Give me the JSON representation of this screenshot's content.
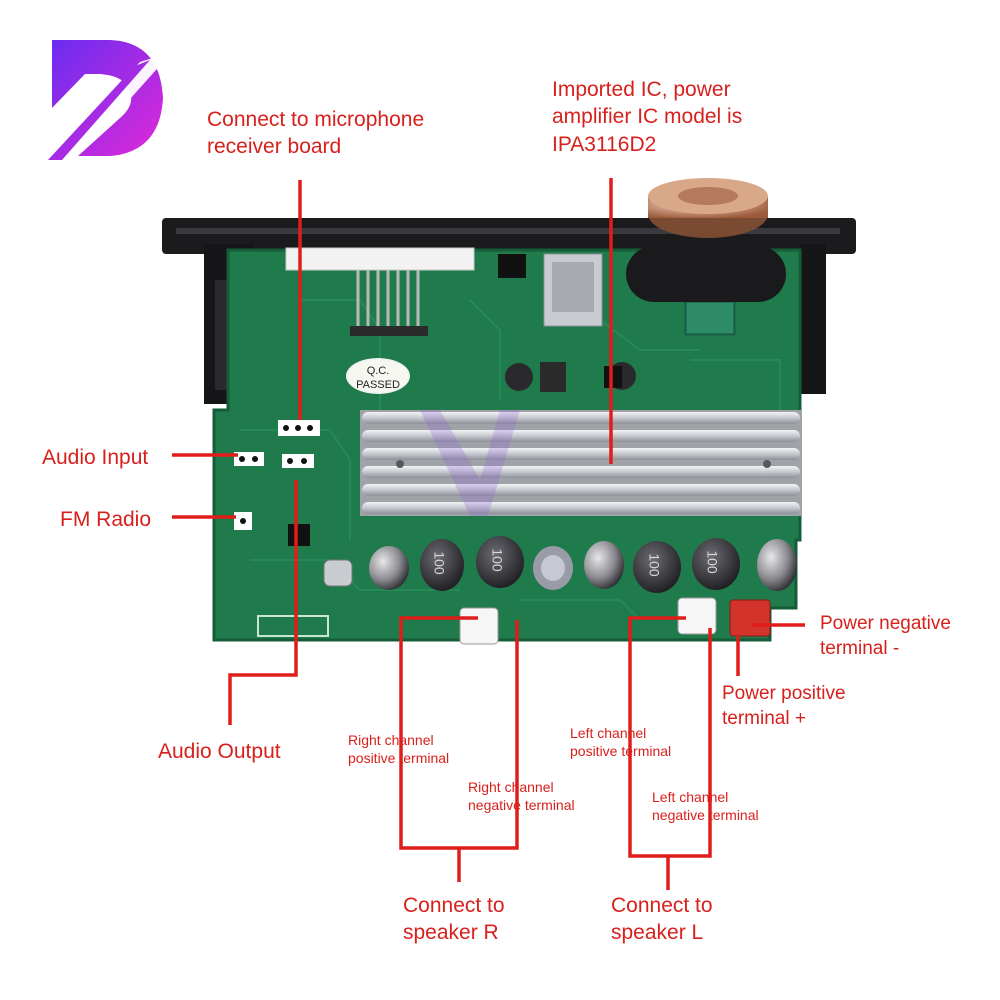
{
  "annotations": {
    "mic_board": [
      "Connect to microphone",
      "receiver board"
    ],
    "ic": [
      "Imported IC, power",
      "amplifier IC model is",
      "IPA3116D2"
    ],
    "audio_input": "Audio Input",
    "fm_radio": "FM Radio",
    "audio_output": "Audio Output",
    "power_negative": [
      "Power negative",
      "terminal -"
    ],
    "power_positive": [
      "Power positive",
      "terminal +"
    ],
    "right_pos": [
      "Right channel",
      "positive terminal"
    ],
    "right_neg": [
      "Right channel",
      "negative terminal"
    ],
    "left_pos": [
      "Left channel",
      "positive terminal"
    ],
    "left_neg": [
      "Left channel",
      "negative terminal"
    ],
    "speaker_r": [
      "Connect to",
      "speaker R"
    ],
    "speaker_l": [
      "Connect to",
      "speaker L"
    ]
  },
  "board_text": {
    "qc_line1": "Q.C.",
    "qc_line2": "PASSED",
    "cap_100": "100"
  },
  "colors": {
    "accent": "#d8201c",
    "pcb": "#1f7a4c",
    "heatsink": "#c9ccd0",
    "logo": "#8a2be2"
  }
}
